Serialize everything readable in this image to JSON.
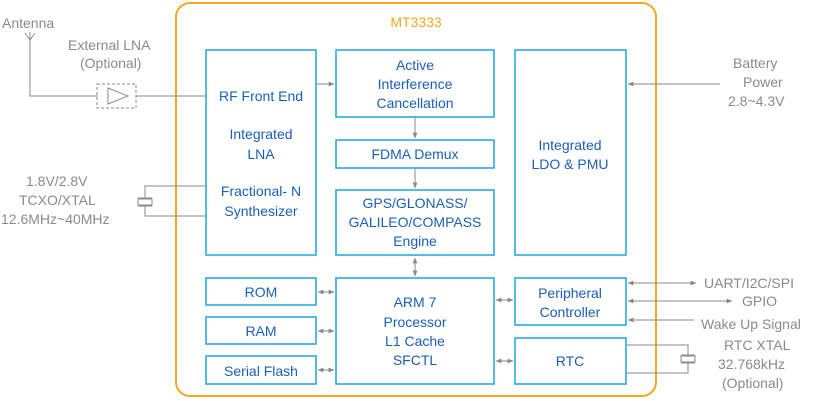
{
  "chip": {
    "title": "MT3333",
    "accent_color": "#f5a623",
    "block_color": "#2aa9e0",
    "text_color": "#1a5fb4"
  },
  "blocks": {
    "rf_front_end": {
      "lines": [
        "RF Front End",
        "",
        "Integrated",
        "LNA",
        "",
        "Fractional- N",
        "Synthesizer"
      ]
    },
    "aic": {
      "lines": [
        "Active",
        "Interference",
        "Cancellation"
      ]
    },
    "fdma": {
      "lines": [
        "FDMA Demux"
      ]
    },
    "gps": {
      "lines": [
        "GPS/GLONASS/",
        "GALILEO/COMPASS",
        "Engine"
      ]
    },
    "ldo": {
      "lines": [
        "Integrated",
        "LDO & PMU"
      ]
    },
    "rom": {
      "lines": [
        "ROM"
      ]
    },
    "ram": {
      "lines": [
        "RAM"
      ]
    },
    "serial_flash": {
      "lines": [
        "Serial Flash"
      ]
    },
    "arm": {
      "lines": [
        "ARM 7",
        "Processor",
        "L1 Cache",
        "SFCTL"
      ]
    },
    "peripheral": {
      "lines": [
        "Peripheral",
        "Controller"
      ]
    },
    "rtc": {
      "lines": [
        "RTC"
      ]
    }
  },
  "external": {
    "antenna": "Antenna",
    "lna": [
      "External LNA",
      "(Optional)"
    ],
    "tcxo": [
      "1.8V/2.8V",
      "TCXO/XTAL",
      "12.6MHz~40MHz"
    ],
    "battery": [
      "Battery",
      "Power",
      "2.8~4.3V"
    ],
    "uart": "UART/I2C/SPI",
    "gpio": "GPIO",
    "wake": "Wake Up Signal",
    "rtc_xtal": [
      "RTC XTAL",
      "32.768kHz",
      "(Optional)"
    ]
  }
}
